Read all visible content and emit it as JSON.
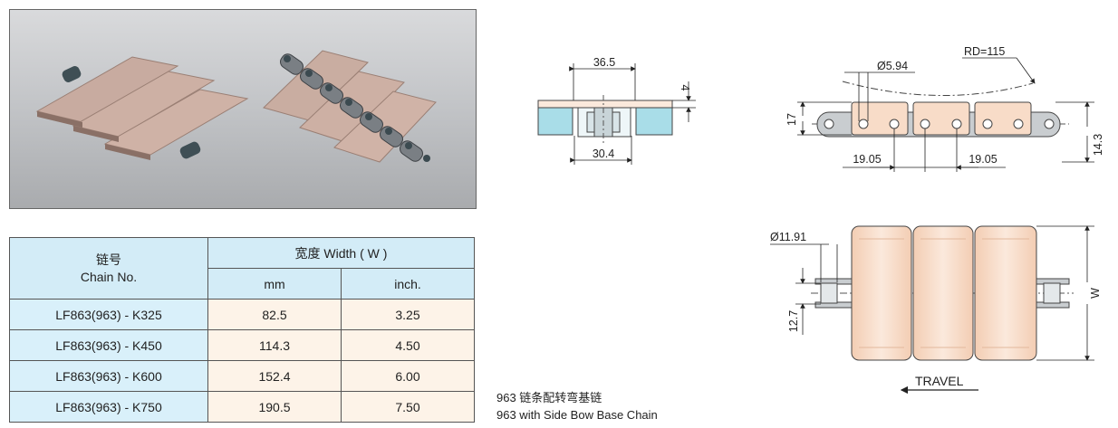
{
  "table": {
    "header_chain": [
      "链号",
      "Chain No."
    ],
    "header_width": "宽度 Width ( W )",
    "unit_mm": "mm",
    "unit_inch": "inch.",
    "rows": [
      {
        "chain": "LF863(963) - K325",
        "mm": "82.5",
        "inch": "3.25"
      },
      {
        "chain": "LF863(963) - K450",
        "mm": "114.3",
        "inch": "4.50"
      },
      {
        "chain": "LF863(963) - K600",
        "mm": "152.4",
        "inch": "6.00"
      },
      {
        "chain": "LF863(963) - K750",
        "mm": "190.5",
        "inch": "7.50"
      }
    ]
  },
  "caption": {
    "cn": "963 链条配转弯基链",
    "en": "963 with Side Bow Base Chain"
  },
  "front_view": {
    "top_width": "36.5",
    "thickness": "4",
    "inner_width": "30.4"
  },
  "side_view": {
    "pin_dia": "Ø5.94",
    "bend_radius": "RD=115",
    "height": "17",
    "pitch_left": "19.05",
    "pitch_right": "19.05",
    "chain_height": "14.3"
  },
  "top_view": {
    "roller_dia": "Ø11.91",
    "offset": "12.7",
    "width_label": "W",
    "travel": "TRAVEL"
  },
  "colors": {
    "plate": "#f6dcc8",
    "plate_edge": "#c8a08a",
    "table_header": "#d3ecf7",
    "value_cell": "#fdf3e8",
    "blue_part": "#a9dde8"
  }
}
